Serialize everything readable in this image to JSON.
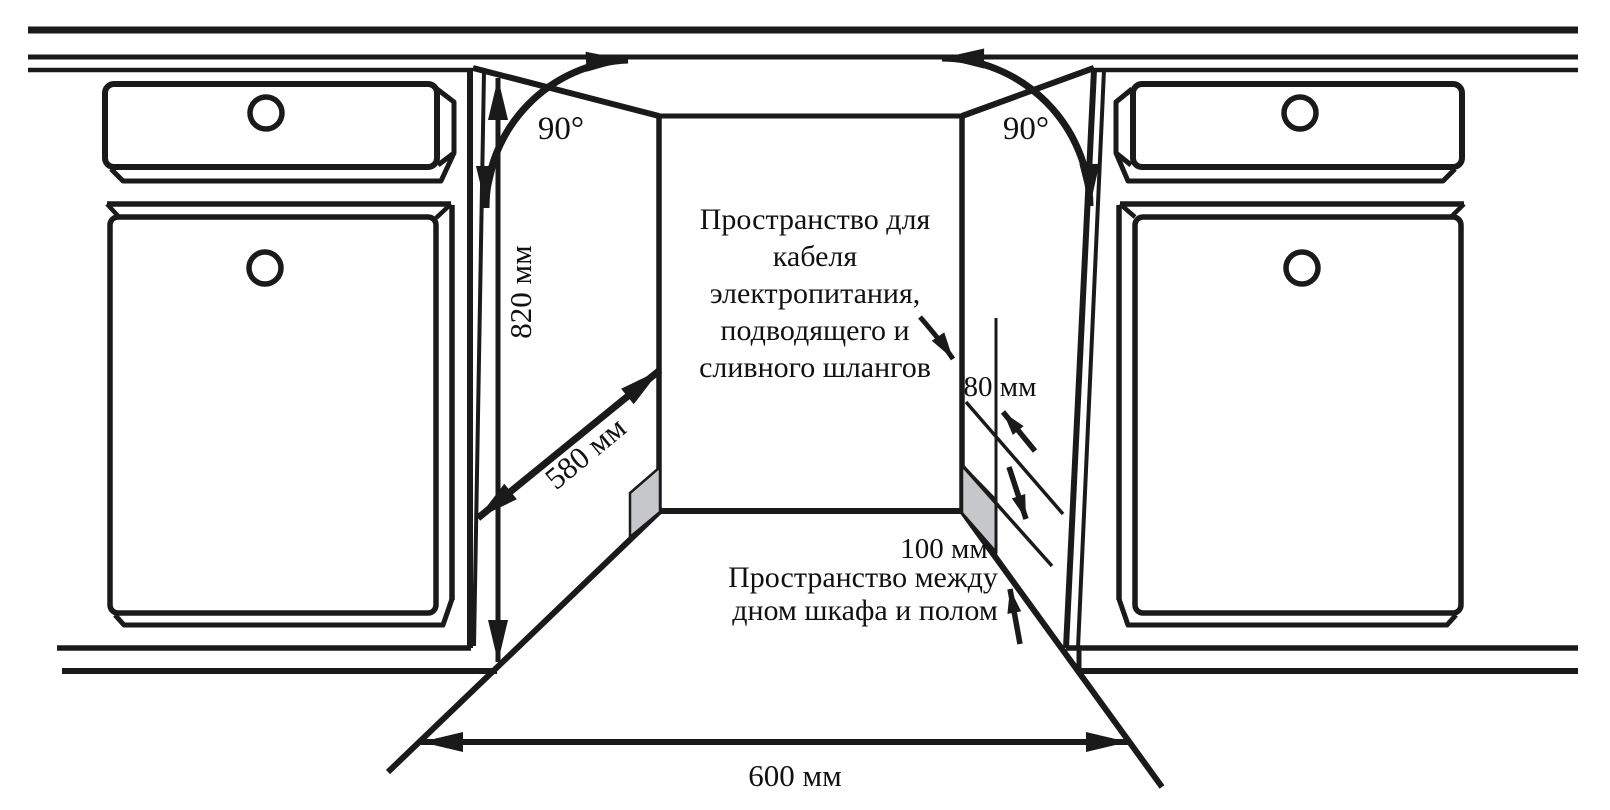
{
  "figure": {
    "type": "dishwasher-niche-installation-diagram",
    "labels": {
      "angle_left": "90°",
      "angle_right": "90°",
      "niche_height": "820 мм",
      "niche_depth": "580 мм",
      "niche_width": "600 мм",
      "side_clearance": "80 мм",
      "bottom_clearance": "100 мм"
    },
    "cable_space_note": {
      "lines": [
        "Пространство для",
        "кабеля",
        "электропитания,",
        "подводящего и",
        "сливного шлангов"
      ]
    },
    "floor_space_note": {
      "lines": [
        "Пространство между",
        "дном шкафа и полом"
      ]
    },
    "colors": {
      "line": "#1a1a1a",
      "background": "#ffffff",
      "shade": "#c5c7ca"
    }
  }
}
